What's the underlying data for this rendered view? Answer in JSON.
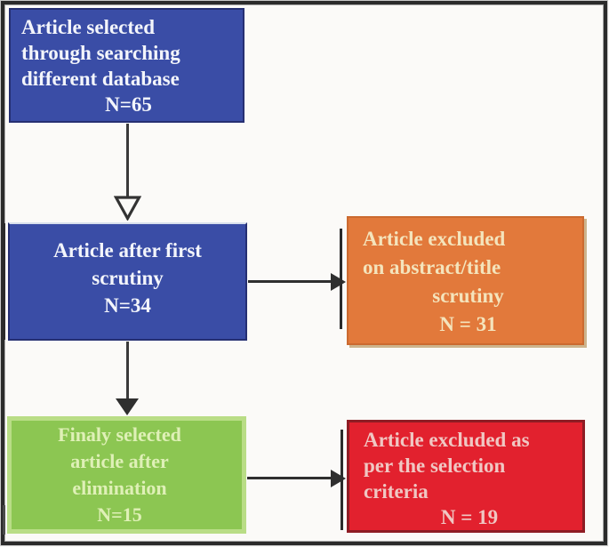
{
  "boxes": {
    "search": {
      "line1": "Article selected",
      "line2": "through searching",
      "line3": "different database",
      "count": "N=65"
    },
    "first_scrutiny": {
      "line1": "Article after first",
      "line2": "scrutiny",
      "count": "N=34"
    },
    "excluded_abstract": {
      "line1": "Article excluded",
      "line2": "on abstract/title",
      "line3": "scrutiny",
      "count": "N = 31"
    },
    "final_selected": {
      "line1": "Finaly selected",
      "line2": "article after",
      "line3": "elimination",
      "count": "N=15"
    },
    "excluded_criteria": {
      "line1": "Article excluded as",
      "line2": "per the selection",
      "line3": "criteria",
      "count": "N = 19"
    }
  },
  "colors": {
    "blue_box": "#3a4da6",
    "orange_box": "#e2793b",
    "green_box": "#8cc652",
    "red_box": "#e2212e",
    "arrow": "#2f2f2f",
    "frame_border": "#2b2b2b"
  }
}
